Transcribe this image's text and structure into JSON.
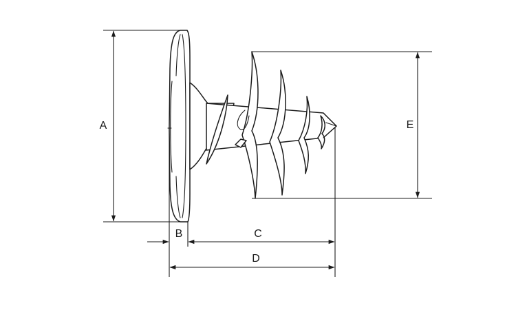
{
  "labels": {
    "a": "A",
    "b": "B",
    "c": "C",
    "d": "D",
    "e": "E"
  },
  "colors": {
    "line": "#1b1b1b",
    "background": "#ffffff"
  }
}
